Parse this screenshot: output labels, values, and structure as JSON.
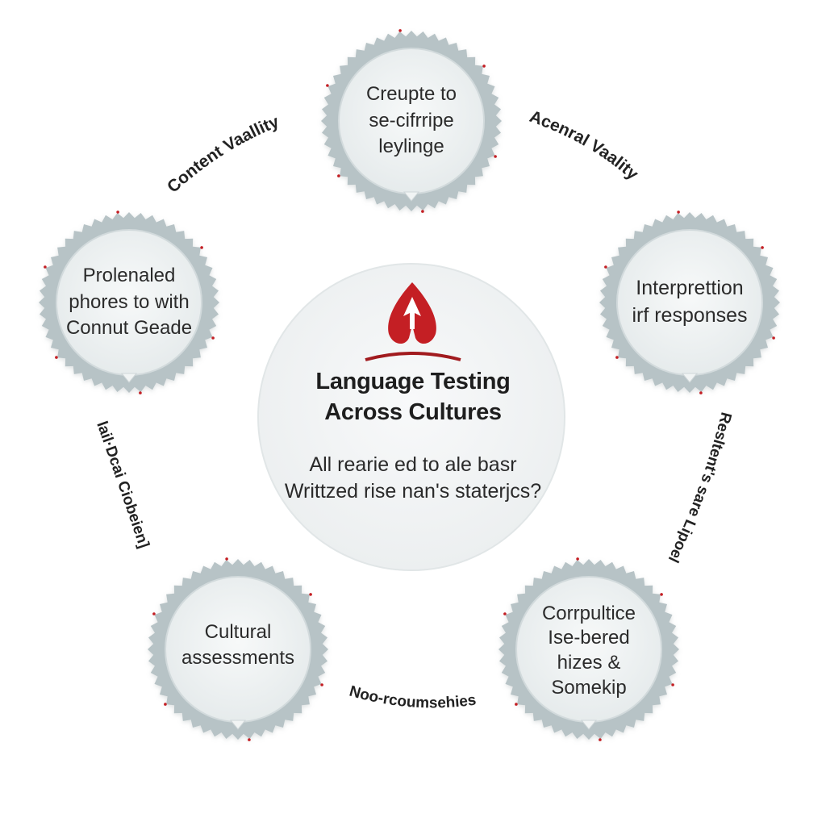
{
  "colors": {
    "background": "#ffffff",
    "ring": "#b7c3c6",
    "disc": "#eef1f2",
    "accent_red": "#c41f24",
    "text": "#2b2b2b"
  },
  "center": {
    "logo_icon": "red-flame-arrow-logo",
    "title_lines": [
      "Language Testing",
      "Across Cultures"
    ],
    "question_lines": [
      "All rearie ed to ale basr",
      "Writtzed rise nan's staterjcs?"
    ]
  },
  "nodes": [
    {
      "id": "top",
      "lines": [
        "Creupte to",
        "se-cifrripe",
        "leylinge"
      ]
    },
    {
      "id": "left",
      "lines": [
        "Prolenaled",
        "phores to with",
        "Connut Geade"
      ]
    },
    {
      "id": "right",
      "lines": [
        "Interprettion",
        "irf responses"
      ]
    },
    {
      "id": "bottom-left",
      "lines": [
        "Cultural",
        "assessments"
      ]
    },
    {
      "id": "bottom-right",
      "lines": [
        "Corrpultice",
        "Ise-bered",
        "hizes &",
        "Somekip"
      ]
    }
  ],
  "arc_labels": {
    "top_left": "Content Vaallity",
    "top_right": "Acenral Vaality",
    "left": "lail·Dcai Ciobeien]",
    "right": "Resltent's sare Lipoel",
    "bottom": "Noo-rcoumsehies"
  }
}
